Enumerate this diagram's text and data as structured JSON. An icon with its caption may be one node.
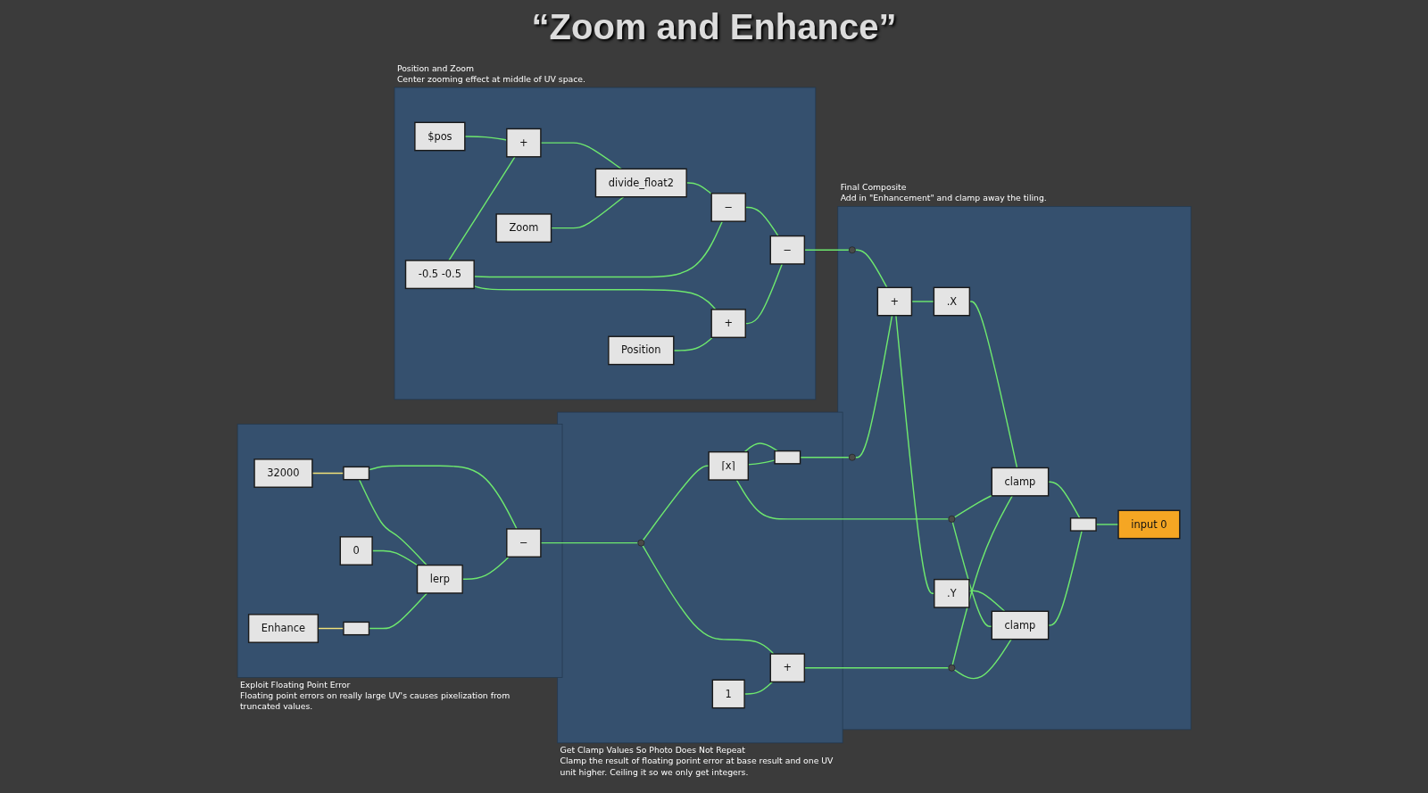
{
  "diagram": {
    "title": "“Zoom and Enhance”",
    "nodes": [
      {
        "text": [
          "Position and Zoom",
          "Center zooming effect at middle of UV space."
        ]
      },
      {
        "text": [
          "$pos"
        ],
        "in": 0
      },
      {
        "text": [
          "+"
        ],
        "in": 0
      },
      {
        "text": [
          "divide_float2"
        ],
        "in": 0
      },
      {
        "text": [
          "Zoom"
        ],
        "in": 0
      },
      {
        "text": [
          "-0.5 -0.5"
        ],
        "in": 0
      },
      {
        "text": [
          "−"
        ],
        "in": 0
      },
      {
        "text": [
          "Position"
        ],
        "in": 0
      },
      {
        "text": [
          "+"
        ],
        "in": 0
      },
      {
        "text": [
          "−"
        ],
        "in": 0
      },
      {
        "text": [
          "Exploit Floating Point Error",
          "Floating point errors on really large UV's causes pixelization from truncated values."
        ]
      },
      {
        "text": [
          "32000"
        ],
        "in": 10
      },
      {
        "text": [],
        "shape": "box",
        "in": 10
      },
      {
        "text": [
          "−"
        ],
        "in": 10
      },
      {
        "text": [
          "0"
        ],
        "in": 10
      },
      {
        "text": [
          "lerp"
        ],
        "in": 10
      },
      {
        "text": [
          "Enhance"
        ],
        "in": 10
      },
      {
        "text": [],
        "shape": "box",
        "in": 10
      },
      {
        "text": [
          "Get Clamp Values So Photo Does Not Repeat",
          "Clamp the result of floating porint error at base result and one UV unit higher. Ceiling it so we only get integers."
        ]
      },
      {
        "text": [],
        "shape": "circle",
        "in": 18
      },
      {
        "text": [],
        "shape": "box",
        "in": 18
      },
      {
        "text": [
          "⌈x⌉"
        ],
        "in": 18
      },
      {
        "text": [
          "1"
        ],
        "in": 18
      },
      {
        "text": [
          "+"
        ],
        "in": 18
      },
      {
        "text": [
          "Final Composite",
          "Add in \"Enhancement\" and clamp away the tiling."
        ]
      },
      {
        "text": [],
        "shape": "circle",
        "in": 24
      },
      {
        "text": [
          "+"
        ],
        "in": 24
      },
      {
        "text": [
          ".X"
        ],
        "in": 24
      },
      {
        "text": [],
        "shape": "circle",
        "in": 24
      },
      {
        "text": [
          ".Y"
        ],
        "in": 24
      },
      {
        "text": [
          "clamp"
        ],
        "in": 24
      },
      {
        "text": [],
        "shape": "circle",
        "in": 24
      },
      {
        "text": [],
        "shape": "box",
        "in": 24
      },
      {
        "text": [
          "input 0"
        ],
        "in": 24
      },
      {
        "text": [
          "clamp"
        ],
        "in": 24
      },
      {
        "text": [],
        "shape": "circle",
        "in": 24
      }
    ],
    "edges": [
      {
        "from": 1,
        "to": 2,
        "arrow": "none"
      },
      {
        "from": 5,
        "to": 2,
        "arrow": "none"
      },
      {
        "from": 2,
        "to": 3,
        "arrow": "none"
      },
      {
        "from": 4,
        "to": 3,
        "arrow": "none"
      },
      {
        "from": 3,
        "to": 6,
        "arrow": "none"
      },
      {
        "from": 5,
        "to": 6,
        "arrow": "none"
      },
      {
        "from": 5,
        "to": 8,
        "arrow": "none"
      },
      {
        "from": 7,
        "to": 8,
        "arrow": "none"
      },
      {
        "from": 6,
        "to": 9,
        "arrow": "none"
      },
      {
        "from": 8,
        "to": 9,
        "arrow": "none"
      },
      {
        "from": 9,
        "to": 25,
        "arrow": "none"
      },
      {
        "from": 11,
        "to": 12,
        "arrow": "none",
        "color": "#f2e27a"
      },
      {
        "from": 12,
        "to": 13,
        "arrow": "none"
      },
      {
        "from": 12,
        "to": 15,
        "arrow": "none"
      },
      {
        "from": 14,
        "to": 15,
        "arrow": "none"
      },
      {
        "from": 16,
        "to": 17,
        "arrow": "none",
        "color": "#f2e27a"
      },
      {
        "from": 17,
        "to": 15,
        "arrow": "none"
      },
      {
        "from": 15,
        "to": 13,
        "arrow": "none"
      },
      {
        "from": 13,
        "to": 19,
        "arrow": "none"
      },
      {
        "from": 19,
        "to": 21,
        "arrow": "none"
      },
      {
        "from": 19,
        "to": 23,
        "arrow": "none"
      },
      {
        "from": 22,
        "to": 23,
        "arrow": "none"
      },
      {
        "from": 21,
        "to": 20,
        "arrow": "none"
      },
      {
        "from": 21,
        "to": 20,
        "arrow": "none"
      },
      {
        "from": 20,
        "to": 28,
        "arrow": "none"
      },
      {
        "from": 21,
        "to": 31,
        "arrow": "none"
      },
      {
        "from": 23,
        "to": 35,
        "arrow": "none"
      },
      {
        "from": 25,
        "to": 26,
        "arrow": "none"
      },
      {
        "from": 28,
        "to": 26,
        "arrow": "none"
      },
      {
        "from": 26,
        "to": 27,
        "arrow": "none"
      },
      {
        "from": 26,
        "to": 29,
        "arrow": "none"
      },
      {
        "from": 27,
        "to": 30,
        "arrow": "none"
      },
      {
        "from": 31,
        "to": 30,
        "arrow": "none"
      },
      {
        "from": 35,
        "to": 30,
        "arrow": "none"
      },
      {
        "from": 29,
        "to": 34,
        "arrow": "none"
      },
      {
        "from": 31,
        "to": 34,
        "arrow": "none"
      },
      {
        "from": 35,
        "to": 34,
        "arrow": "none"
      },
      {
        "from": 30,
        "to": 32,
        "arrow": "none"
      },
      {
        "from": 34,
        "to": 32,
        "arrow": "none"
      },
      {
        "from": 32,
        "to": 33,
        "arrow": "none"
      }
    ]
  }
}
